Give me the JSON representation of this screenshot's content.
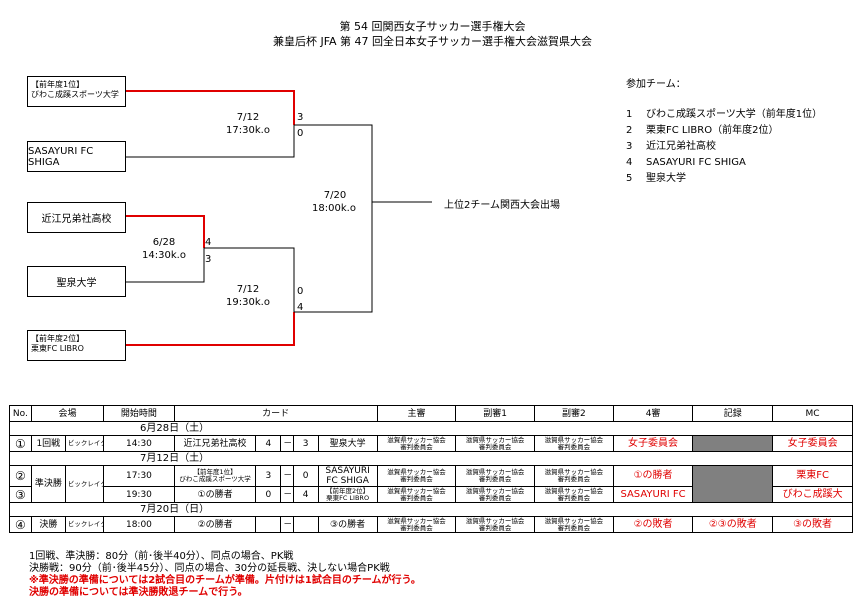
{
  "header": {
    "title_line1": "第 54 回関西女子サッカー選手権大会",
    "title_line2": "兼皇后杯 JFA 第 47 回全日本女子サッカー選手権大会滋賀県大会"
  },
  "bracket": {
    "team1_line1": "【前年度1位】",
    "team1_line2": "びわこ成蹊スポーツ大学",
    "team2": "SASAYURI FC SHIGA",
    "team3": "近江兄弟社高校",
    "team4": "聖泉大学",
    "team5_line1": "【前年度2位】",
    "team5_line2": "栗東FC LIBRO",
    "match_a_date": "7/12",
    "match_a_time": "17:30k.o",
    "match_a_score_top": "3",
    "match_a_score_bottom": "0",
    "match_b_date": "6/28",
    "match_b_time": "14:30k.o",
    "match_b_score_top": "4",
    "match_b_score_bottom": "3",
    "match_c_date": "7/12",
    "match_c_time": "19:30k.o",
    "match_c_score_top": "0",
    "match_c_score_bottom": "4",
    "final_date": "7/20",
    "final_time": "18:00k.o",
    "advance_text": "上位2チーム関西大会出場",
    "colors": {
      "winner_line": "#e00000",
      "line": "#000000"
    }
  },
  "participants": {
    "heading": "参加チーム：",
    "items": [
      {
        "no": "1",
        "name": "びわこ成蹊スポーツ大学（前年度1位）"
      },
      {
        "no": "2",
        "name": "栗東FC LIBRO（前年度2位）"
      },
      {
        "no": "3",
        "name": "近江兄弟社高校"
      },
      {
        "no": "4",
        "name": "SASAYURI FC SHIGA"
      },
      {
        "no": "5",
        "name": "聖泉大学"
      }
    ]
  },
  "schedule": {
    "headers": {
      "no": "No.",
      "venue": "会場",
      "start": "開始時間",
      "card": "カード",
      "referee": "主審",
      "ar1": "副審1",
      "ar2": "副審2",
      "fourth": "4審",
      "record": "記録",
      "mc": "MC"
    },
    "date1": "6月28日（土）",
    "date2": "7月12日（土）",
    "date3": "7月20日（日）",
    "ref_line1": "滋賀県サッカー協会",
    "ref_line2": "審判委員会",
    "rows": [
      {
        "no": "①",
        "round": "1回戦",
        "venue": "ビックレイクA",
        "time": "14:30",
        "home": "近江兄弟社高校",
        "hs": "4",
        "dash": "－",
        "as": "3",
        "away": "聖泉大学",
        "fourth": "女子委員会",
        "mc": "女子委員会"
      },
      {
        "no": "②",
        "round": "準決勝",
        "venue": "ビックレイクA",
        "time": "17:30",
        "home_l1": "【前年度1位】",
        "home_l2": "びわこ成蹊スポーツ大学",
        "hs": "3",
        "dash": "－",
        "as": "0",
        "away_l1": "SASAYURI",
        "away_l2": "FC SHIGA",
        "fourth": "①の勝者",
        "mc": "栗東FC"
      },
      {
        "no": "③",
        "time": "19:30",
        "home": "①の勝者",
        "hs": "0",
        "dash": "－",
        "as": "4",
        "away_l1": "【前年度2位】",
        "away_l2": "栗東FC LIBRO",
        "fourth": "SASAYURI FC",
        "mc": "びわこ成蹊大"
      },
      {
        "no": "④",
        "round": "決勝",
        "venue": "ビックレイクA",
        "time": "18:00",
        "home": "②の勝者",
        "dash": "－",
        "away": "③の勝者",
        "fourth": "②の敗者",
        "record": "②③の敗者",
        "mc": "③の敗者"
      }
    ]
  },
  "notes": {
    "line1": "1回戦、準決勝：80分（前･後半40分）、同点の場合、PK戦",
    "line2": "決勝戦：90分（前･後半45分）、同点の場合、30分の延長戦、決しない場合PK戦",
    "line3": "※準決勝の準備については2試合目のチームが準備。片付けは1試合目のチームが行う。",
    "line4": "決勝の準備については準決勝敗退チームで行う。"
  }
}
